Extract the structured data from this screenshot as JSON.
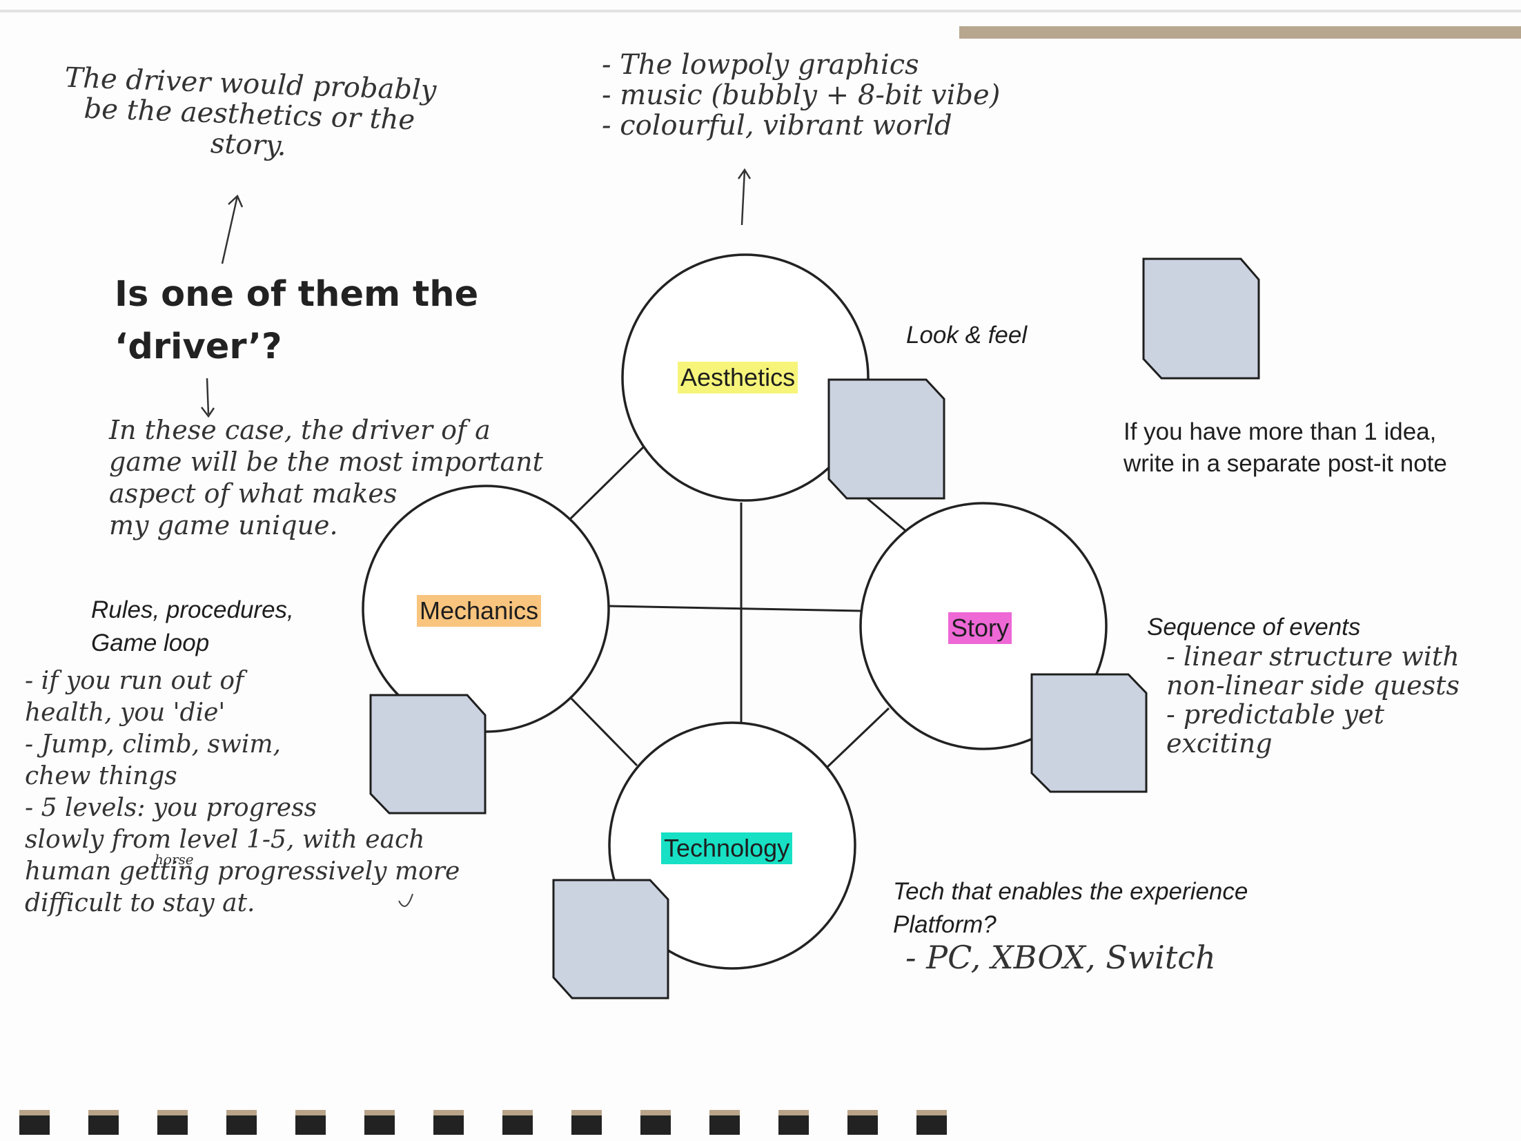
{
  "nodes": {
    "aesthetics": "Aesthetics",
    "mechanics": "Mechanics",
    "story": "Story",
    "technology": "Technology"
  },
  "prompts": {
    "look_feel": "Look & feel",
    "rules": "Rules, procedures,\nGame loop",
    "sequence": "Sequence of events",
    "tech": "Tech that enables the experience\nPlatform?",
    "driver_question": "Is one of them the\n‘driver’?",
    "postit_tip": "If you have more than 1 idea,\nwrite in a separate post-it note"
  },
  "handwritten": {
    "driver_note": "The driver would probably\nbe the aesthetics or the\nstory.",
    "aesthetics_notes": "- The lowpoly graphics\n- music (bubbly + 8-bit vibe)\n- colourful, vibrant world",
    "driver_explanation": "In these case, the driver of a\ngame will be the most important\naspect of what makes\nmy game unique.",
    "mechanics_notes": "- if you run out of\nhealth, you 'die'\n- Jump, climb, swim,\nchew things\n- 5 levels: you progress\nslowly from level 1-5, with each\nhuman getting progressively more\ndifficult to stay at.",
    "mechanics_insert": "horse",
    "story_notes": "- linear structure with\nnon-linear side quests\n- predictable yet\nexciting",
    "tech_notes": "- PC, XBOX, Switch"
  },
  "colors": {
    "aesthetics_highlight": "#f6f57a",
    "mechanics_highlight": "#f8c47e",
    "story_highlight": "#ee68d6",
    "technology_highlight": "#17e0c4",
    "postit": "#cbd2e0"
  }
}
